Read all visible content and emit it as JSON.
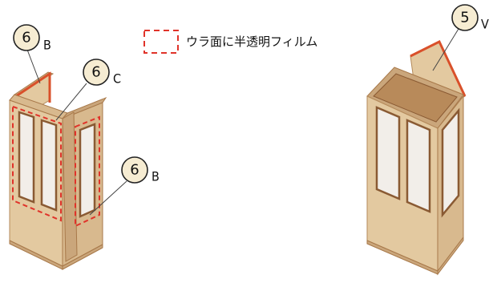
{
  "legend": {
    "text": "ウラ面に半透明フィルム",
    "line_color": "#e0332a"
  },
  "callouts": [
    {
      "id": "left-top",
      "number": "6",
      "suffix": "B"
    },
    {
      "id": "left-mid",
      "number": "6",
      "suffix": "C"
    },
    {
      "id": "left-low",
      "number": "6",
      "suffix": "B"
    },
    {
      "id": "right-top",
      "number": "5",
      "suffix": "V"
    }
  ],
  "colors": {
    "wood": "#e3c9a0",
    "wood_edge": "#a8794a",
    "callout_fill": "#f6ecd2",
    "film_marker": "#e0332a"
  }
}
